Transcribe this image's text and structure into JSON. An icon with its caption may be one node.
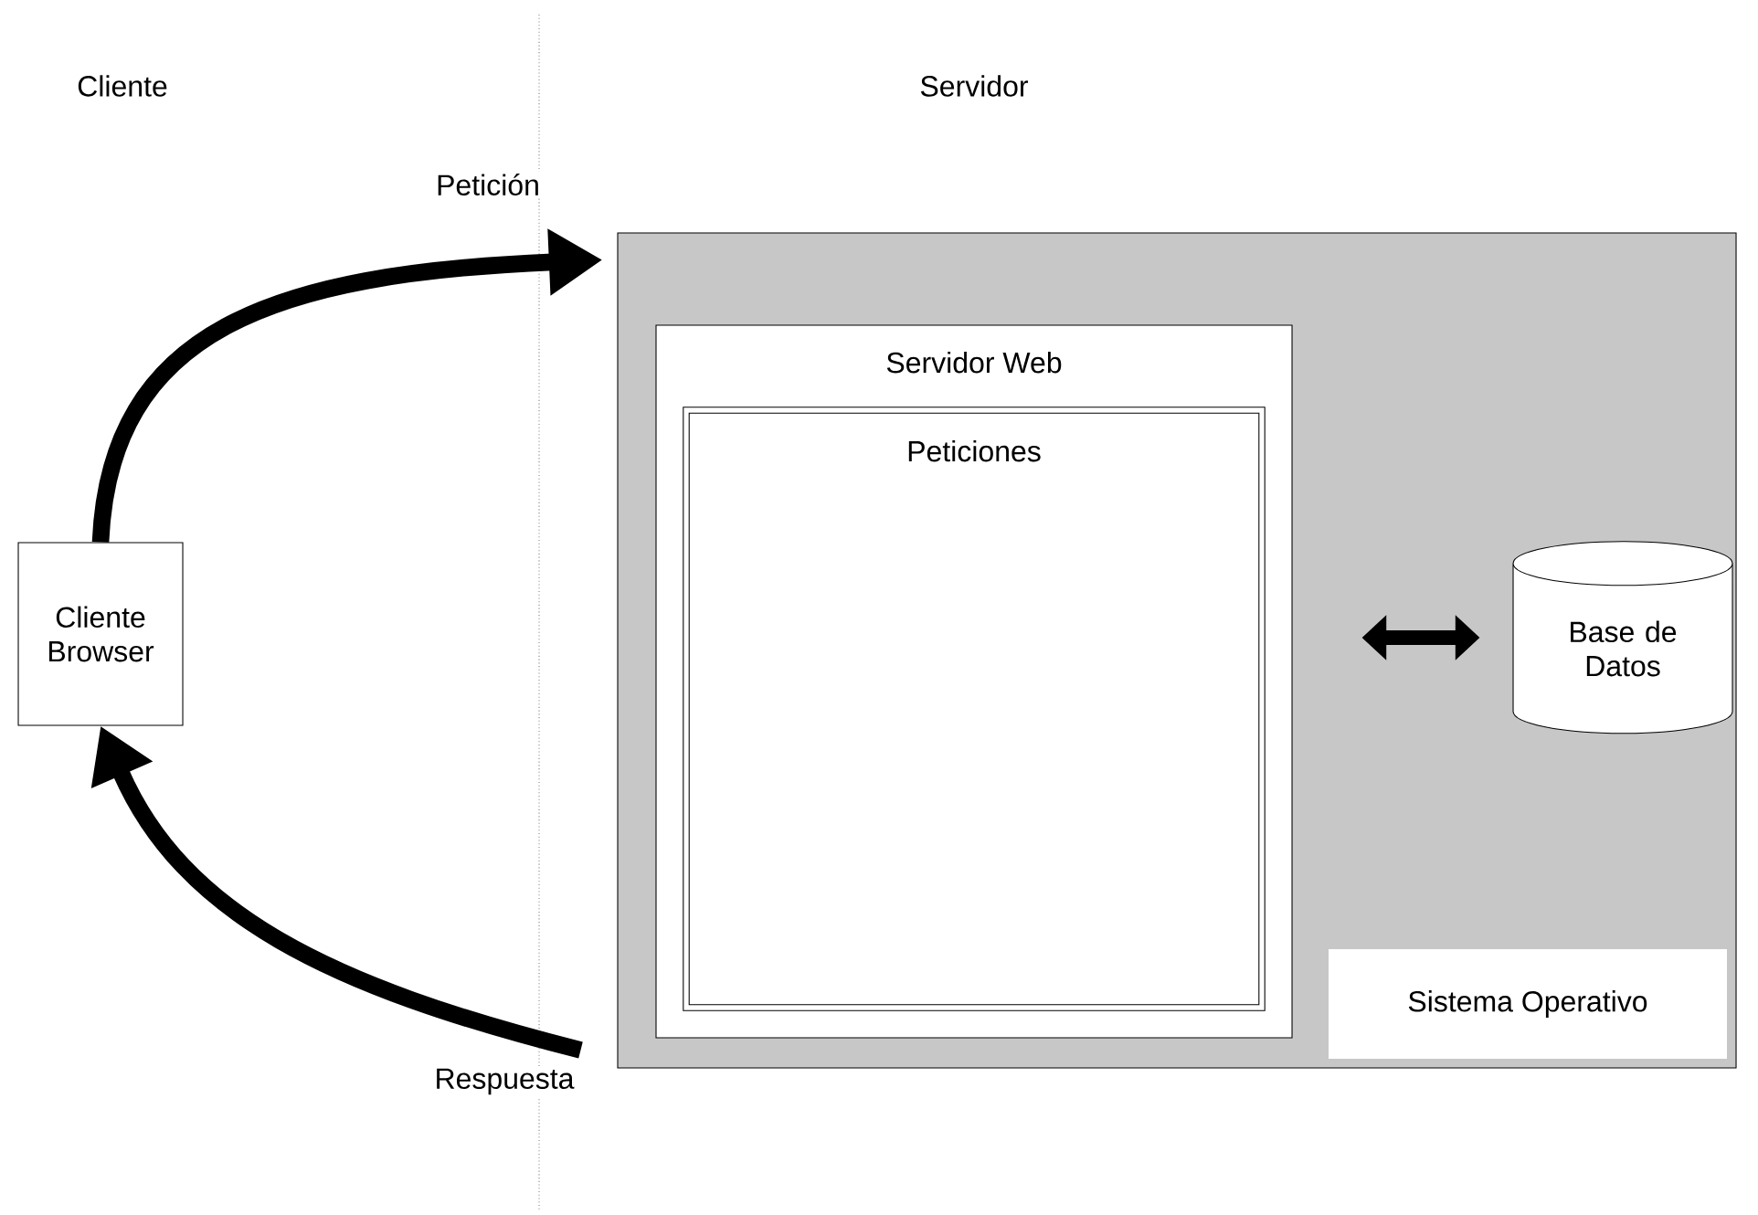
{
  "diagram": {
    "nodes": [
      {
        "text": [
          "Cliente Browser"
        ]
      },
      {
        "text": [
          "Sistema Operativo"
        ]
      },
      {
        "text": [
          "Servidor Web"
        ],
        "in": 1
      },
      {
        "text": [
          "Peticiones"
        ],
        "in": 2
      },
      {
        "text": [
          "Base de Datos"
        ],
        "in": 1
      }
    ],
    "edges": [
      {
        "from": 0,
        "to": 1,
        "arrow": "to",
        "label": "Petición"
      },
      {
        "from": 1,
        "to": 0,
        "arrow": "to",
        "label": "Respuesta"
      },
      {
        "from": 2,
        "to": 4,
        "arrow": "both"
      }
    ],
    "labels": [
      "Cliente",
      "Servidor"
    ]
  }
}
